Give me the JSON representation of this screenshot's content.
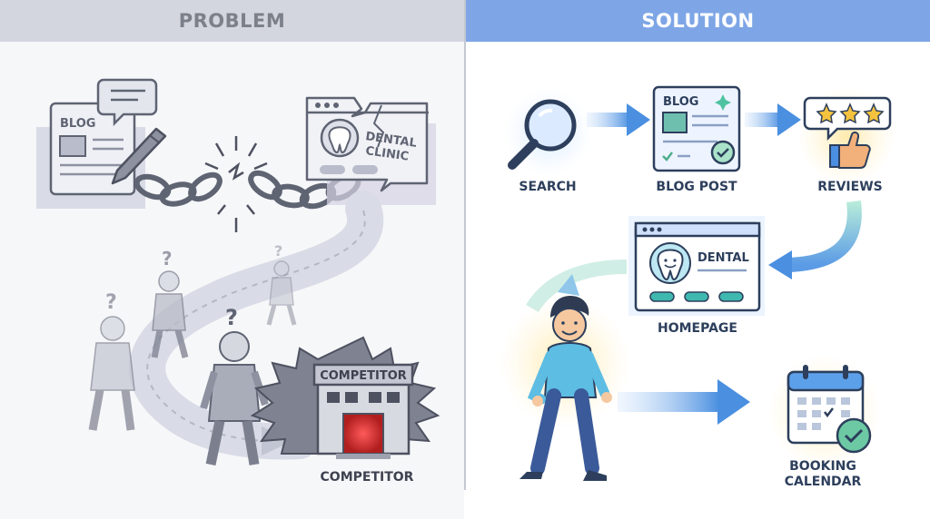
{
  "problem": {
    "header": "PROBLEM",
    "blog_label": "BLOG",
    "clinic_line1": "DENTAL",
    "clinic_line2": "CLINIC",
    "competitor_sign": "COMPETITOR",
    "competitor_label": "COMPETITOR",
    "question_mark": "?"
  },
  "solution": {
    "header": "SOLUTION",
    "steps": [
      {
        "label": "SEARCH"
      },
      {
        "label": "BLOG POST",
        "card_title": "BLOG"
      },
      {
        "label": "REVIEWS"
      },
      {
        "label": "HOMEPAGE",
        "card_title": "DENTAL"
      },
      {
        "label_line1": "BOOKING",
        "label_line2": "CALENDAR"
      }
    ]
  },
  "colors": {
    "problem_header_bg": "#d3d6de",
    "solution_header_bg": "#7ea6e6",
    "accent_blue": "#4a8fe0",
    "check_green": "#4caf8a",
    "star_gold": "#f4c23d",
    "danger_red": "#d93a3a"
  }
}
